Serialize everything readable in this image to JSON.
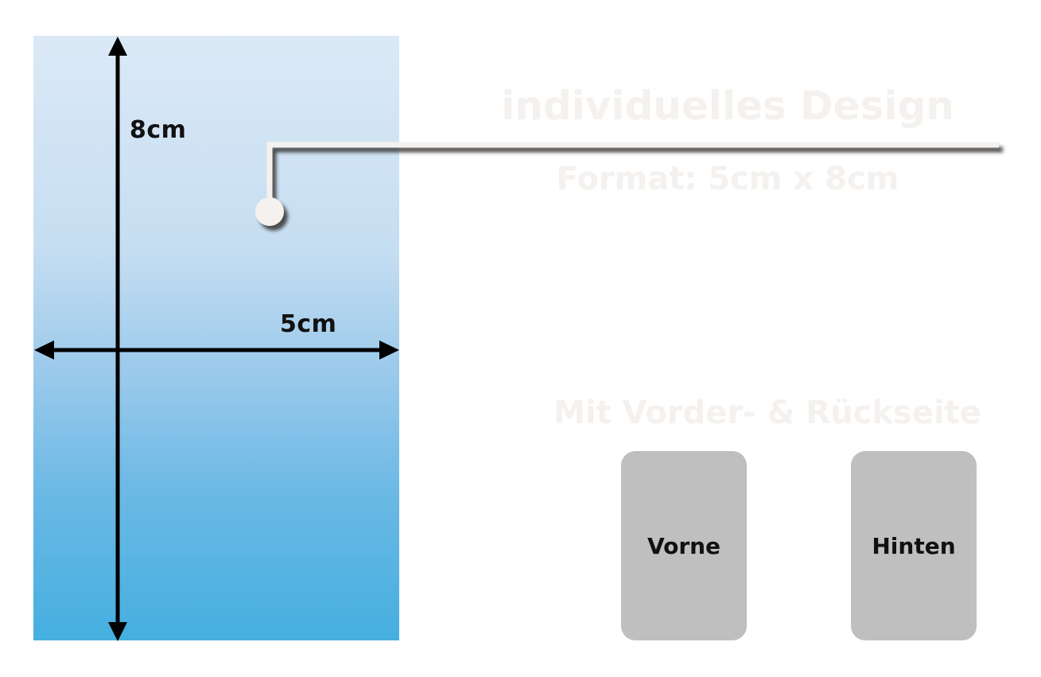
{
  "card": {
    "height_label": "8cm",
    "width_label": "5cm",
    "gradient_top": "#dbe9f6",
    "gradient_bottom": "#45afe0"
  },
  "headline": {
    "title": "individuelles Design",
    "format": "Format: 5cm x 8cm",
    "sides_caption": "Mit Vorder- & Rückseite"
  },
  "sides": [
    {
      "label": "Vorne"
    },
    {
      "label": "Hinten"
    }
  ],
  "colors": {
    "ghost_text": "#f4f1ee",
    "box": "#bfbfbf",
    "arrow": "#000000"
  }
}
